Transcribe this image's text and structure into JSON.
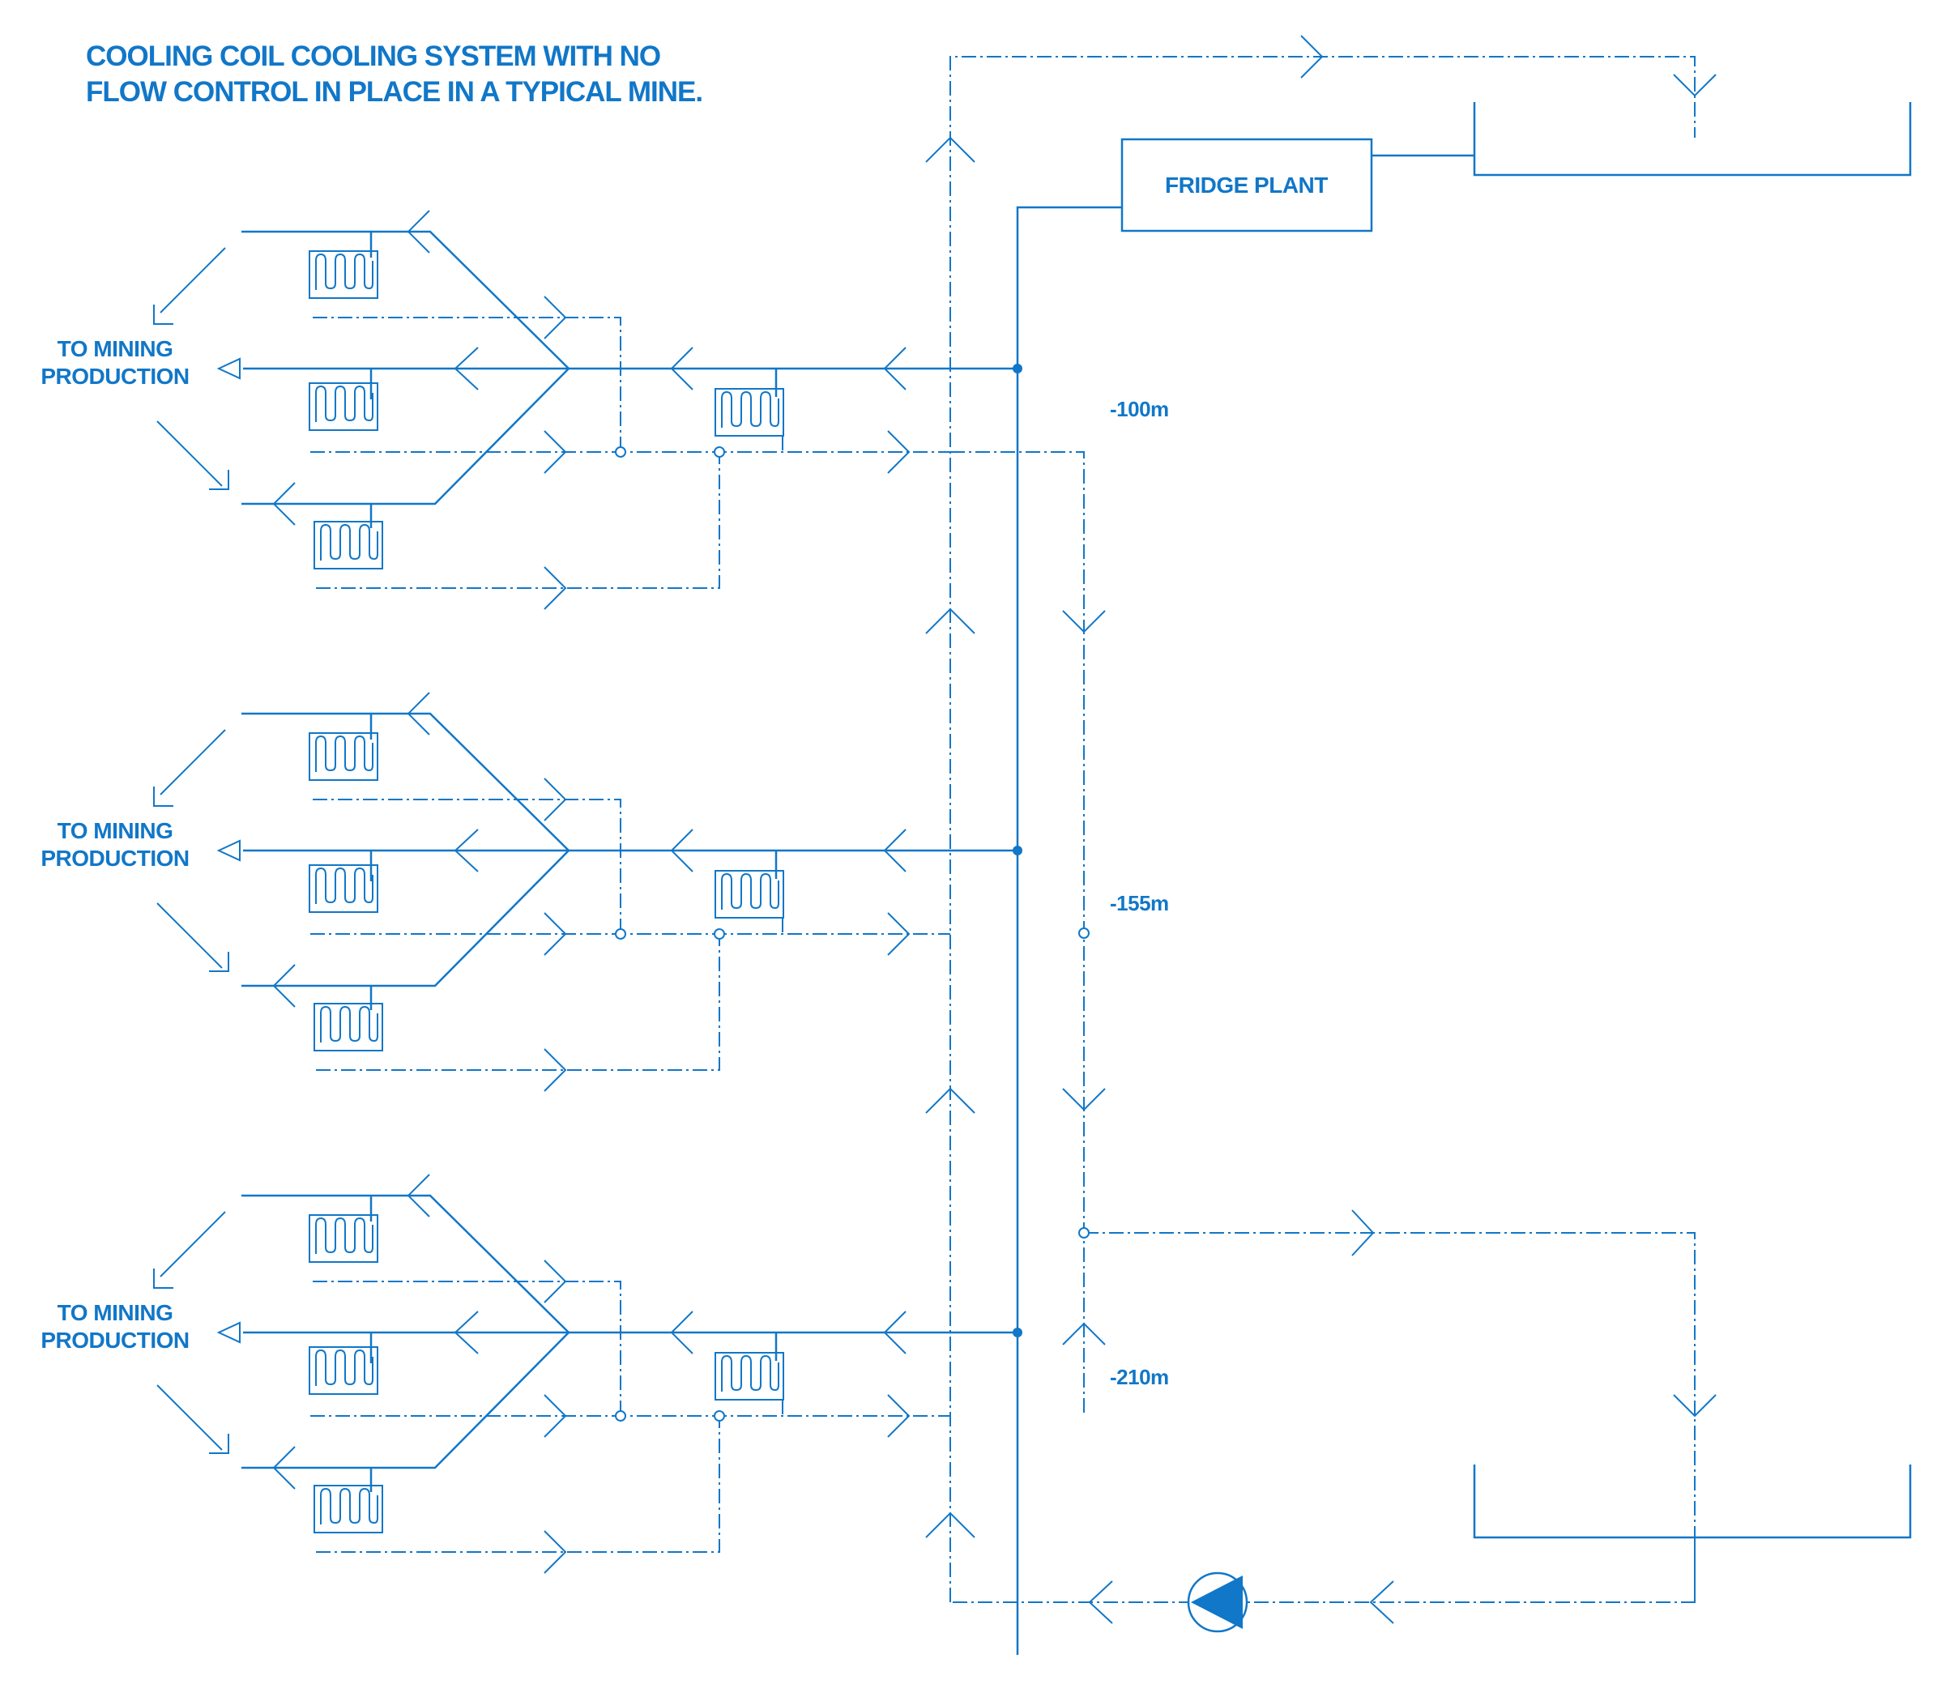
{
  "title": {
    "line1": "COOLING COIL COOLING SYSTEM WITH NO",
    "line2": "FLOW CONTROL IN PLACE IN A TYPICAL MINE."
  },
  "fridge_plant": "FRIDGE PLANT",
  "levels": [
    {
      "depth": "-100m",
      "dest_line1": "TO MINING",
      "dest_line2": "PRODUCTION"
    },
    {
      "depth": "-155m",
      "dest_line1": "TO MINING",
      "dest_line2": "PRODUCTION"
    },
    {
      "depth": "-210m",
      "dest_line1": "TO MINING",
      "dest_line2": "PRODUCTION"
    }
  ],
  "colors": {
    "line": "#1177c8",
    "background": "#ffffff"
  }
}
